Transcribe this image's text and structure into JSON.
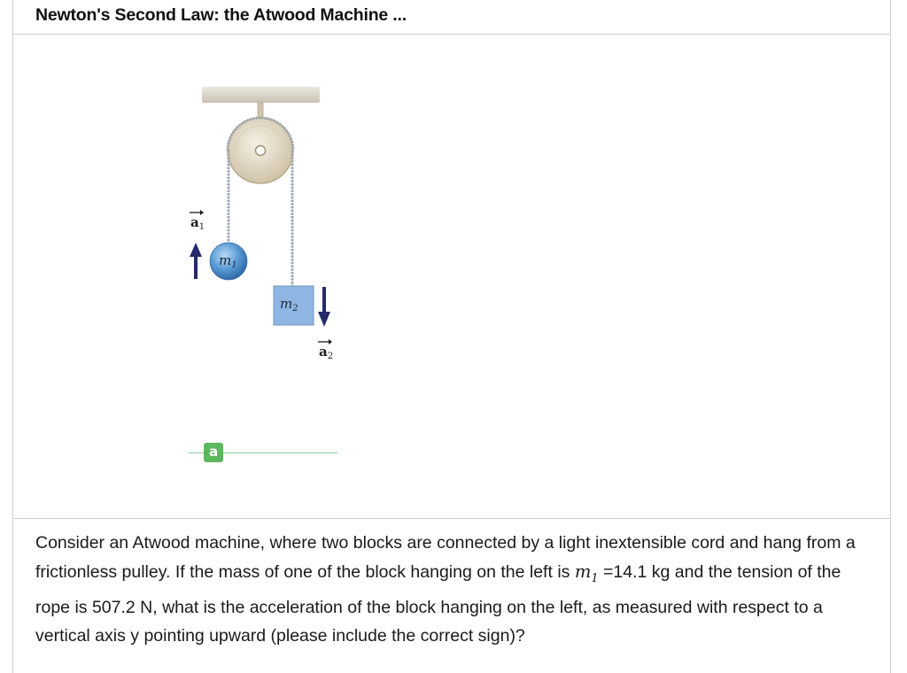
{
  "header": {
    "title": "Newton's Second Law: the Atwood Machine ..."
  },
  "figure": {
    "mass1_label": "m",
    "mass1_sub": "1",
    "mass2_label": "m",
    "mass2_sub": "2",
    "accel1_label": "a",
    "accel1_sub": "1",
    "accel2_label": "a",
    "accel2_sub": "2"
  },
  "annotation": {
    "badge": "a"
  },
  "question": {
    "part1": "Consider an Atwood machine, where two blocks are connected by a light inextensible cord and hang from a frictionless pulley. If the mass of one of the block hanging on the left is ",
    "m_symbol": "m",
    "m_sub": "1",
    "part2": " =14.1 kg and the tension of the rope is 507.2 N, what is the  acceleration of the block hanging on the left, as measured with respect to a vertical axis y  pointing upward (please include the correct sign)?"
  },
  "colors": {
    "ceiling": "#d8d3c7",
    "pulley": "#e6dcc8",
    "mass1": "#5c9dd6",
    "mass2": "#8fb6e2",
    "arrow": "#262a6b",
    "annotation": "#5cb85c"
  }
}
